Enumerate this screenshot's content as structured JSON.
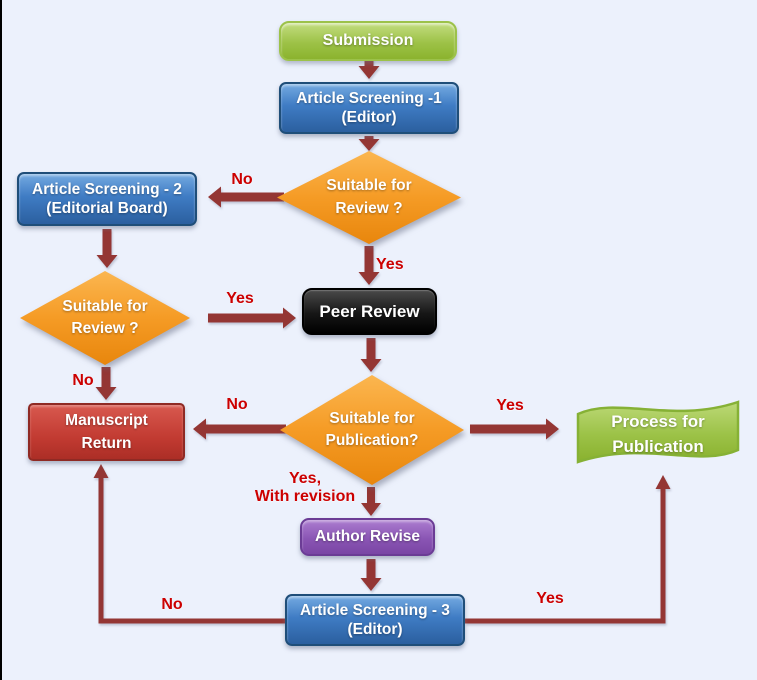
{
  "nodes": {
    "submission": {
      "label": "Submission"
    },
    "screening1": {
      "line1": "Article Screening -1",
      "line2": "(Editor)"
    },
    "decision_review_1": {
      "line1": "Suitable for",
      "line2": "Review ?"
    },
    "screening2": {
      "line1": "Article Screening - 2",
      "line2": "(Editorial Board)"
    },
    "decision_review_2": {
      "line1": "Suitable for",
      "line2": "Review ?"
    },
    "peer_review": {
      "label": "Peer Review"
    },
    "decision_publication": {
      "line1": "Suitable for",
      "line2": "Publication?"
    },
    "manuscript_return": {
      "line1": "Manuscript",
      "line2": "Return"
    },
    "process_publication": {
      "line1": "Process for",
      "line2": "Publication"
    },
    "author_revise": {
      "label": "Author Revise"
    },
    "screening3": {
      "line1": "Article Screening - 3",
      "line2": "(Editor)"
    }
  },
  "edge_labels": {
    "d1_no": "No",
    "d1_yes": "Yes",
    "d2_yes": "Yes",
    "d2_no": "No",
    "d3_no": "No",
    "d3_yes": "Yes",
    "d3_revision_line1": "Yes,",
    "d3_revision_line2": "With revision",
    "s3_no": "No",
    "s3_yes": "Yes"
  },
  "colors": {
    "background": "#ECF1FC",
    "arrow": "#943634",
    "label_red": "#CC0000",
    "green_box": "#9DC247",
    "blue_box": "#3F7CC4",
    "orange_diamond": "#F59B25",
    "black_box": "#111111",
    "red_box": "#C23B32",
    "purple_box": "#8A55B4",
    "flag_green": "#9DC247"
  }
}
